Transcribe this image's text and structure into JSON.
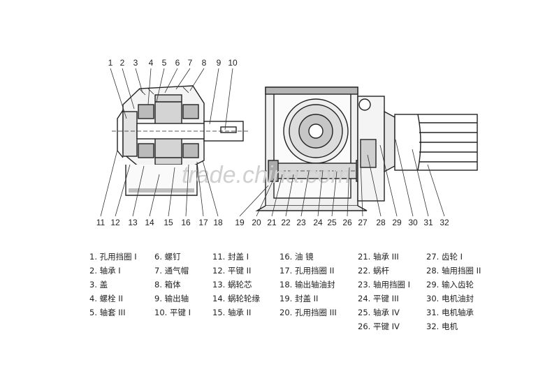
{
  "watermark": "trade.china.com",
  "callouts_top": [
    "1",
    "2",
    "3",
    "4",
    "5",
    "6",
    "7",
    "8",
    "9",
    "10"
  ],
  "callouts_bottom": [
    "11",
    "12",
    "13",
    "14",
    "15",
    "16",
    "17",
    "18",
    "19",
    "20",
    "21",
    "22",
    "23",
    "24",
    "25",
    "26",
    "27",
    "28",
    "29",
    "30",
    "31",
    "32"
  ],
  "legend": {
    "columns": [
      [
        "1. 孔用挡圈 I",
        "2. 轴承 I",
        "3. 盖",
        "4. 螺栓 II",
        "5. 轴套 III"
      ],
      [
        "6. 螺钉",
        "7. 通气帽",
        "8. 箱体",
        "9. 输出轴",
        "10. 平键 I"
      ],
      [
        "11. 封盖 I",
        "12. 平键 II",
        "13. 蜗轮芯",
        "14. 蜗轮轮缘",
        "15. 轴承 II"
      ],
      [
        "16. 油 镜",
        "17. 孔用挡圈 II",
        "18. 输出轴油封",
        "19. 封盖 II",
        "20. 孔用挡圈 III"
      ],
      [
        "21. 轴承 III",
        "22. 蜗杆",
        "23. 轴用挡圈 I",
        "24. 平键 III",
        "25. 轴承 IV",
        "26. 平键 IV"
      ],
      [
        "27. 齿轮 I",
        "28. 轴用挡圈 II",
        "29. 输入齿轮",
        "30. 电机油封",
        "31. 电机轴承",
        "32. 电机"
      ]
    ]
  }
}
